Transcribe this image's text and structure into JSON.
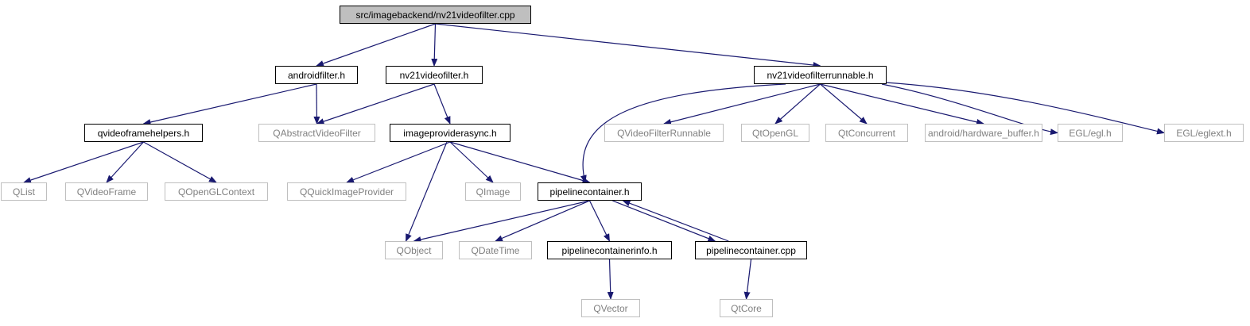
{
  "colors": {
    "edge": "#191970",
    "root_fill": "#bfbfbf",
    "local_border": "#000000",
    "external_border": "#bfbfbf",
    "external_text": "#808080"
  },
  "nodes": {
    "root": "src/imagebackend/nv21videofilter.cpp",
    "androidfilter": "androidfilter.h",
    "nv21videofilter_h": "nv21videofilter.h",
    "runnable_h": "nv21videofilterrunnable.h",
    "qvideoframehelpers": "qvideoframehelpers.h",
    "qabstractvideofilter": "QAbstractVideoFilter",
    "imageproviderasync": "imageproviderasync.h",
    "qvideofilterrunnable": "QVideoFilterRunnable",
    "qtopengl": "QtOpenGL",
    "qtconcurrent": "QtConcurrent",
    "hardware_buffer": "android/hardware_buffer.h",
    "egl": "EGL/egl.h",
    "eglext": "EGL/eglext.h",
    "qlist": "QList",
    "qvideoframe": "QVideoFrame",
    "qopenglcontext": "QOpenGLContext",
    "qquickimageprovider": "QQuickImageProvider",
    "qimage": "QImage",
    "pipelinecontainer_h": "pipelinecontainer.h",
    "qobject": "QObject",
    "qdatetime": "QDateTime",
    "pipelinecontainerinfo": "pipelinecontainerinfo.h",
    "pipelinecontainer_cpp": "pipelinecontainer.cpp",
    "qvector": "QVector",
    "qtcore": "QtCore"
  },
  "edges": [
    [
      "root",
      "androidfilter"
    ],
    [
      "root",
      "nv21videofilter_h"
    ],
    [
      "root",
      "runnable_h"
    ],
    [
      "androidfilter",
      "qvideoframehelpers"
    ],
    [
      "androidfilter",
      "qabstractvideofilter"
    ],
    [
      "nv21videofilter_h",
      "qabstractvideofilter"
    ],
    [
      "nv21videofilter_h",
      "imageproviderasync"
    ],
    [
      "qvideoframehelpers",
      "qlist"
    ],
    [
      "qvideoframehelpers",
      "qvideoframe"
    ],
    [
      "qvideoframehelpers",
      "qopenglcontext"
    ],
    [
      "imageproviderasync",
      "qquickimageprovider"
    ],
    [
      "imageproviderasync",
      "qobject"
    ],
    [
      "imageproviderasync",
      "qimage"
    ],
    [
      "imageproviderasync",
      "pipelinecontainer_h"
    ],
    [
      "runnable_h",
      "pipelinecontainer_h"
    ],
    [
      "runnable_h",
      "qvideofilterrunnable"
    ],
    [
      "runnable_h",
      "qtopengl"
    ],
    [
      "runnable_h",
      "qtconcurrent"
    ],
    [
      "runnable_h",
      "hardware_buffer"
    ],
    [
      "runnable_h",
      "egl"
    ],
    [
      "runnable_h",
      "eglext"
    ],
    [
      "pipelinecontainer_h",
      "qobject"
    ],
    [
      "pipelinecontainer_h",
      "qdatetime"
    ],
    [
      "pipelinecontainer_h",
      "pipelinecontainerinfo"
    ],
    [
      "pipelinecontainer_h",
      "pipelinecontainer_cpp"
    ],
    [
      "pipelinecontainer_cpp",
      "pipelinecontainer_h"
    ],
    [
      "pipelinecontainer_cpp",
      "qtcore"
    ],
    [
      "pipelinecontainerinfo",
      "qvector"
    ]
  ]
}
